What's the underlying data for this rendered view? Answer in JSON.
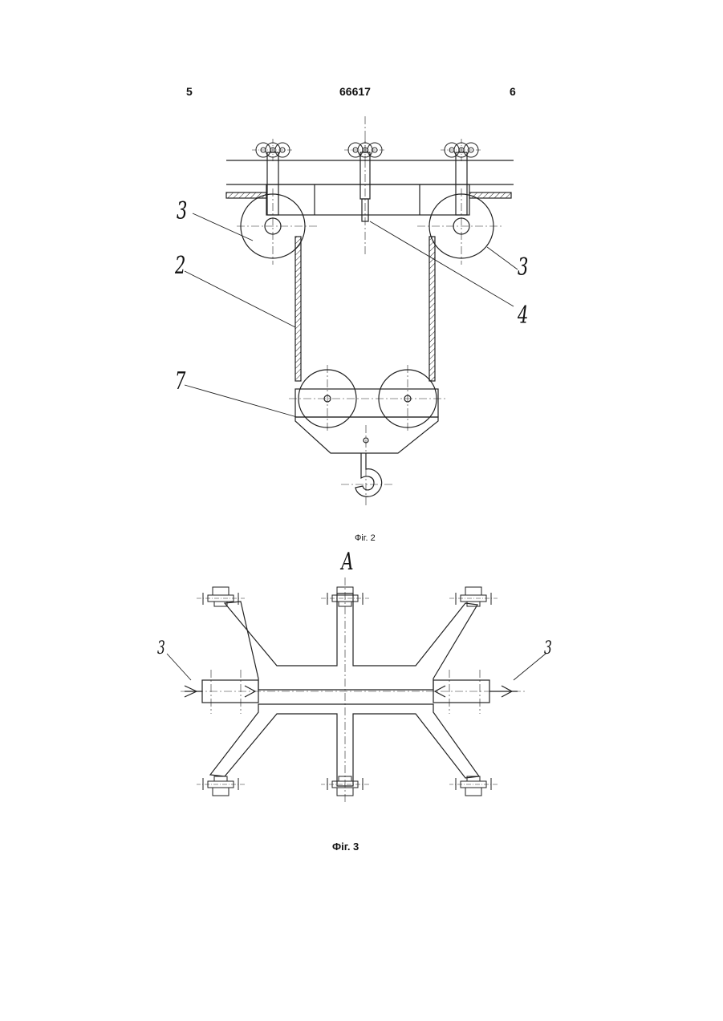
{
  "header": {
    "left_page": "5",
    "patent_number": "66617",
    "right_page": "6"
  },
  "figure2": {
    "caption": "Фіг. 2",
    "labels": {
      "pulley_left": "3",
      "rope": "2",
      "pulley_right": "3",
      "rod": "4",
      "block": "7"
    }
  },
  "figure3": {
    "view_label": "А",
    "caption": "Фіг. 3",
    "labels": {
      "left": "3",
      "right": "3"
    }
  }
}
